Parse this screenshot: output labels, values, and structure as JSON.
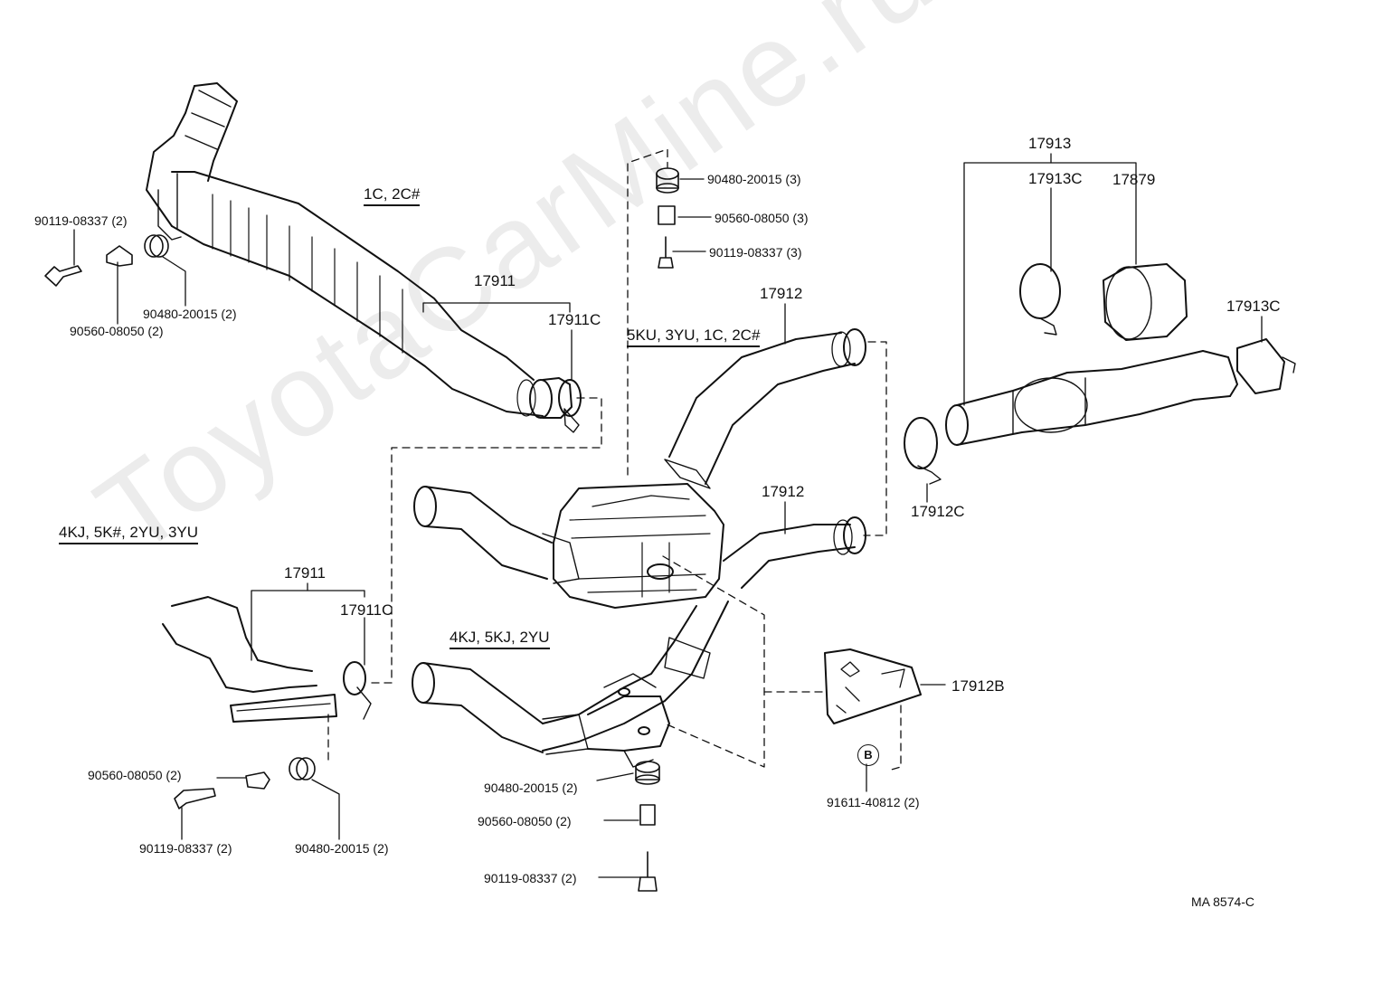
{
  "watermark": "ToyotaCarMine.ru",
  "doc_code": "MA 8574-C",
  "sections": {
    "top_left": "1C, 2C#",
    "bottom_left": "4KJ, 5K#, 2YU, 3YU",
    "center_top": "5KU, 3YU, 1C, 2C#",
    "center_bottom": "4KJ, 5KJ, 2YU"
  },
  "labels": {
    "tl_bolt": "90119-08337 (2)",
    "tl_grommet": "90480-20015 (2)",
    "tl_collar": "90560-08050 (2)",
    "tl_pipe": "17911",
    "tl_clamp": "17911C",
    "ct_grommet": "90480-20015 (3)",
    "ct_collar": "90560-08050 (3)",
    "ct_bolt": "90119-08337 (3)",
    "ct_pipe": "17912",
    "tr_group": "17913",
    "tr_clamp_a": "17913C",
    "tr_heatshield": "17879",
    "tr_clamp_b": "17913C",
    "mid_clamp": "17912C",
    "mid_pipe": "17912",
    "bl_pipe": "17911",
    "bl_clamp": "17911C",
    "bracket": "17912B",
    "bracket_bolt": "91611-40812 (2)",
    "callout_b": "B",
    "bl_collar": "90560-08050 (2)",
    "bl_bolt": "90119-08337 (2)",
    "bl_grommet": "90480-20015 (2)",
    "bc_grommet": "90480-20015 (2)",
    "bc_collar": "90560-08050 (2)",
    "bc_bolt": "90119-08337 (2)"
  }
}
